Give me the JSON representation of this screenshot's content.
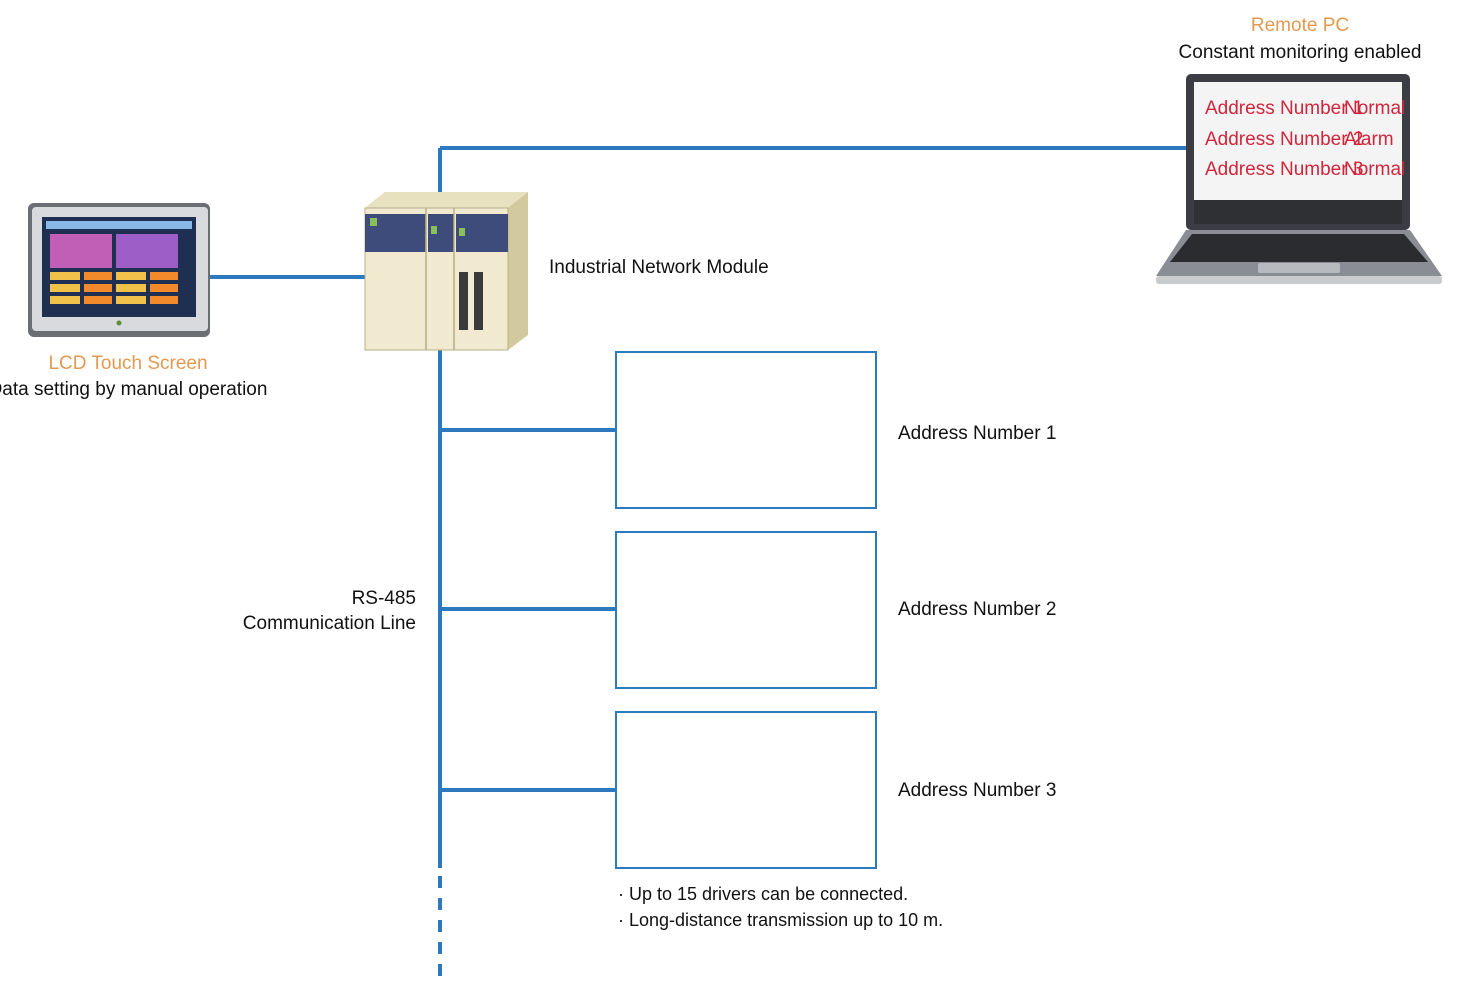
{
  "remote_pc": {
    "title": "Remote PC",
    "subtitle": "Constant monitoring enabled",
    "screen_lines": [
      {
        "address": "Address Number 1",
        "state": "Normal"
      },
      {
        "address": "Address Number 2",
        "state": "Alarm"
      },
      {
        "address": "Address Number 3",
        "state": "Normal"
      }
    ]
  },
  "lcd": {
    "title": "LCD Touch Screen",
    "subtitle": "Data setting by manual operation"
  },
  "network_module": {
    "label": "Industrial Network Module"
  },
  "bus": {
    "line1": "RS-485",
    "line2": "Communication Line"
  },
  "drivers": [
    {
      "label": "Address Number 1"
    },
    {
      "label": "Address Number 2"
    },
    {
      "label": "Address Number 3"
    }
  ],
  "notes": [
    "· Up to 15 drivers can be connected.",
    "· Long-distance transmission up to 10 m."
  ],
  "colors": {
    "line": "#2d79c0",
    "accent": "#e39a50",
    "status": "#d0263c"
  }
}
